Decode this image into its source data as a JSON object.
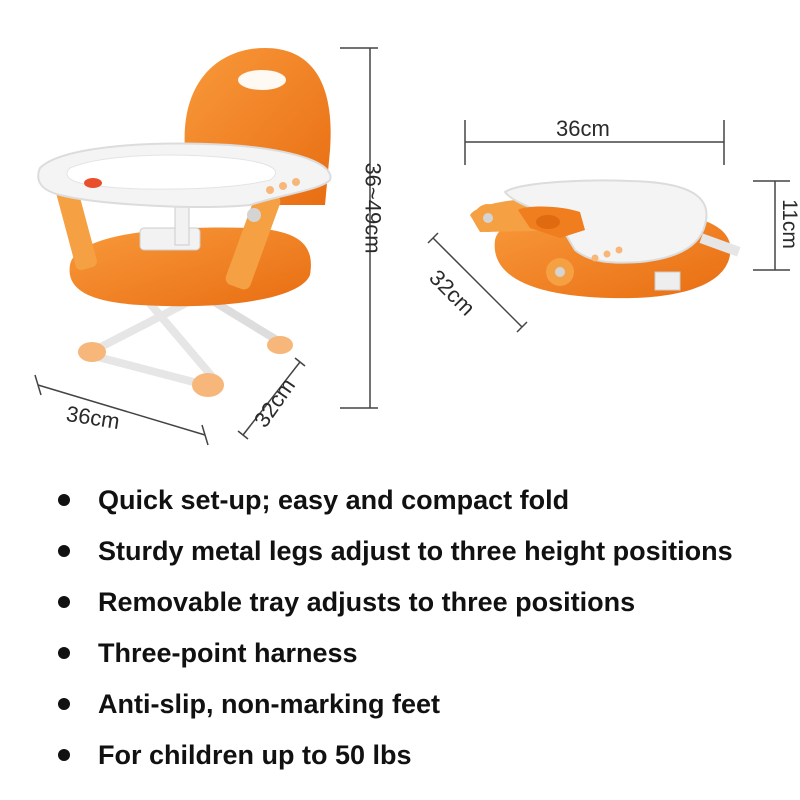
{
  "dimensions": {
    "assembled": {
      "width": "36cm",
      "depth": "32cm",
      "height": "36~49cm"
    },
    "folded": {
      "width": "36cm",
      "depth": "32cm",
      "height": "11cm"
    }
  },
  "features": [
    "Quick set-up; easy and compact fold",
    "Sturdy metal legs adjust to three height positions",
    "Removable tray adjusts to three positions",
    "Three-point harness",
    "Anti-slip, non-marking feet",
    "For children up to 50 lbs"
  ],
  "colors": {
    "seat_orange": "#f5821f",
    "feet_peach": "#f7b77a",
    "tray_white": "#f4f4f4",
    "dimension_line": "#444444"
  }
}
